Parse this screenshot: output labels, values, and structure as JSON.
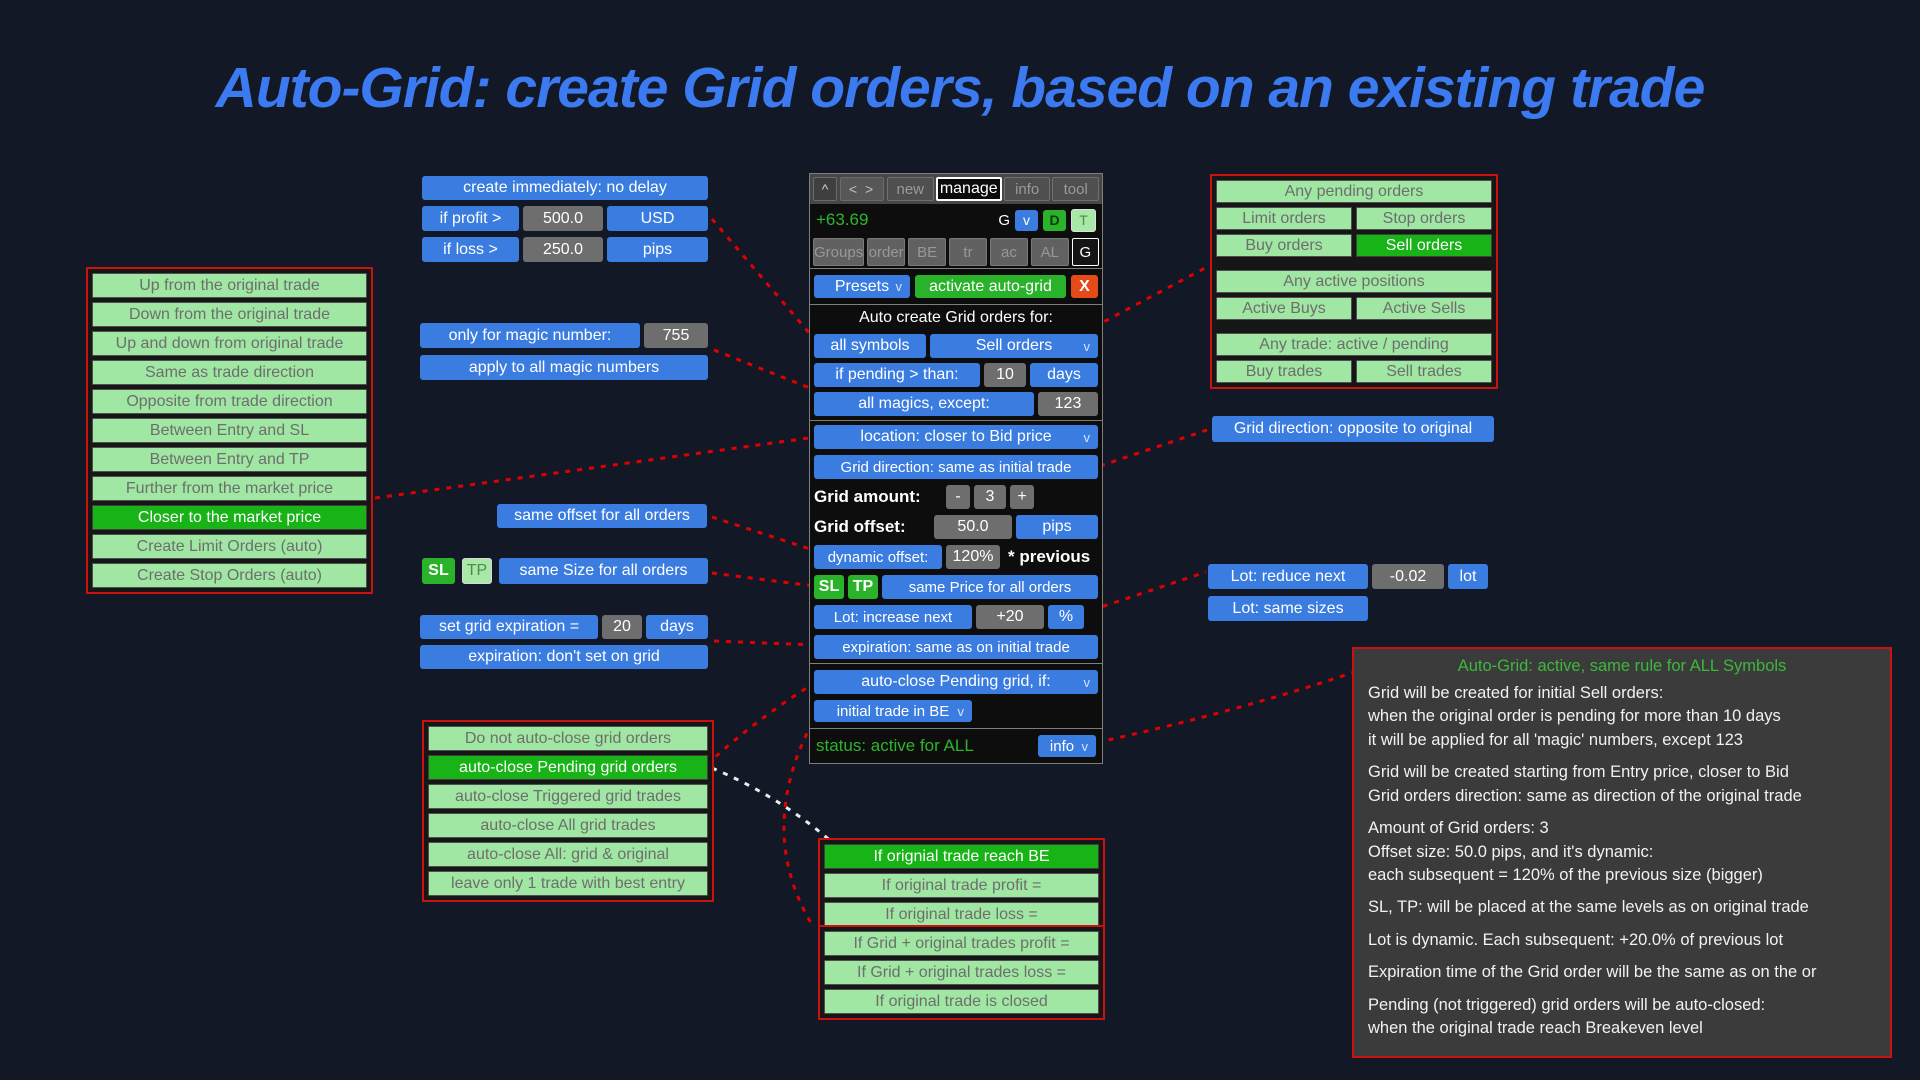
{
  "title": "Auto-Grid: create Grid orders, based on an existing trade",
  "left_list": [
    {
      "label": "Up from the original trade"
    },
    {
      "label": "Down from the original trade"
    },
    {
      "label": "Up and down from original trade"
    },
    {
      "label": "Same as trade direction"
    },
    {
      "label": "Opposite from trade direction"
    },
    {
      "label": "Between Entry and SL"
    },
    {
      "label": "Between Entry and TP"
    },
    {
      "label": "Further from the market price"
    },
    {
      "label": "Closer to the market price",
      "selected": true
    },
    {
      "label": "Create Limit Orders (auto)"
    },
    {
      "label": "Create Stop Orders (auto)"
    }
  ],
  "delay_group": {
    "create": "create immediately: no delay",
    "if_profit": "if profit >",
    "profit_value": "500.0",
    "profit_unit": "USD",
    "if_loss": "if loss >",
    "loss_value": "250.0",
    "loss_unit": "pips"
  },
  "magic_group": {
    "only": "only for magic number:",
    "value": "755",
    "apply": "apply to all magic numbers"
  },
  "offset_button": "same offset for all orders",
  "size_group": {
    "sl": "SL",
    "tp": "TP",
    "label": "same Size for all orders"
  },
  "exp_group": {
    "set": "set grid expiration =",
    "value": "20",
    "unit": "days",
    "dont": "expiration: don't set on grid"
  },
  "autoclose_list": [
    {
      "label": "Do not auto-close grid orders"
    },
    {
      "label": "auto-close Pending grid orders",
      "selected": true
    },
    {
      "label": "auto-close Triggered grid trades"
    },
    {
      "label": "auto-close All grid trades"
    },
    {
      "label": "auto-close All: grid & original"
    },
    {
      "label": "leave only 1 trade with best entry"
    }
  ],
  "panel": {
    "header": {
      "up": "^",
      "nav": "< >"
    },
    "tabs": [
      {
        "label": "new"
      },
      {
        "label": "manage",
        "selected": true
      },
      {
        "label": "info"
      },
      {
        "label": "tool"
      }
    ],
    "profit": "+63.69",
    "mini": {
      "g": "G",
      "v": "v",
      "d": "D",
      "t": "T"
    },
    "groups_row": [
      {
        "label": "Groups"
      },
      {
        "label": "order"
      },
      {
        "label": "BE"
      },
      {
        "label": "tr"
      },
      {
        "label": "ac"
      },
      {
        "label": "AL"
      },
      {
        "label": "G",
        "selected": true
      }
    ],
    "presets": "Presets",
    "activate": "activate auto-grid",
    "close": "X",
    "caret": "v",
    "auto_create_label": "Auto create Grid orders for:",
    "all_symbols": "all symbols",
    "sell_orders": "Sell orders",
    "if_pending": "if pending > than:",
    "pending_value": "10",
    "pending_unit": "days",
    "all_magics": "all magics, except:",
    "magics_value": "123",
    "location": "location: closer to Bid price",
    "grid_direction": "Grid direction: same as initial trade",
    "grid_amount_label": "Grid amount:",
    "amount_minus": "-",
    "amount_value": "3",
    "amount_plus": "+",
    "grid_offset_label": "Grid offset:",
    "offset_value": "50.0",
    "offset_unit": "pips",
    "dynamic_offset": "dynamic offset:",
    "dynamic_value": "120%",
    "dynamic_suffix": "* previous",
    "sl": "SL",
    "tp": "TP",
    "same_price": "same Price for all orders",
    "lot_increase": "Lot: increase next",
    "lot_value": "+20",
    "lot_unit": "%",
    "expiration": "expiration: same as on initial trade",
    "autoclose": "auto-close Pending grid, if:",
    "initial_be": "initial trade in BE",
    "status": "status: active for ALL",
    "info_btn": "info"
  },
  "right_list": [
    {
      "label": "Any pending orders",
      "wide": true
    },
    {
      "label": "Limit orders"
    },
    {
      "label": "Stop orders"
    },
    {
      "label": "Buy orders"
    },
    {
      "label": "Sell orders",
      "selected": true
    },
    {
      "label": "Any active positions",
      "wide": true,
      "gap": true
    },
    {
      "label": "Active Buys"
    },
    {
      "label": "Active Sells"
    },
    {
      "label": "Any trade: active / pending",
      "wide": true,
      "gap": true
    },
    {
      "label": "Buy trades"
    },
    {
      "label": "Sell trades"
    }
  ],
  "grid_dir_opposite": "Grid direction: opposite to original",
  "lot_group": {
    "reduce": "Lot: reduce next",
    "value": "-0.02",
    "unit": "lot",
    "same": "Lot: same sizes"
  },
  "trigger_list_a": [
    {
      "label": "If orignial trade reach BE",
      "selected": true
    },
    {
      "label": "If original trade profit ="
    },
    {
      "label": "If original trade loss ="
    }
  ],
  "trigger_list_b": [
    {
      "label": "If Grid + original trades profit ="
    },
    {
      "label": "If Grid + original trades loss ="
    },
    {
      "label": "If original trade is closed"
    }
  ],
  "info_box": {
    "title": "Auto-Grid: active, same rule for ALL Symbols",
    "paragraphs": [
      {
        "label": "Grid will be created for initial Sell orders:\nwhen the original order is pending for more than 10 days\nit will be applied for all 'magic' numbers, except 123"
      },
      {
        "label": "Grid will be created starting from Entry price, closer to Bid\nGrid orders direction: same as direction of the original trade"
      },
      {
        "label": "Amount of Grid orders: 3\nOffset size: 50.0 pips, and it's dynamic:\neach subsequent = 120% of the previous size (bigger)"
      },
      {
        "label": "SL, TP: will be placed at the same levels as on original trade"
      },
      {
        "label": "Lot is dynamic. Each subsequent: +20.0% of previous lot"
      },
      {
        "label": "Expiration time of the Grid order will be the same as on the or"
      },
      {
        "label": "Pending (not triggered) grid orders will be auto-closed:\nwhen the original trade reach Breakeven level"
      }
    ]
  }
}
